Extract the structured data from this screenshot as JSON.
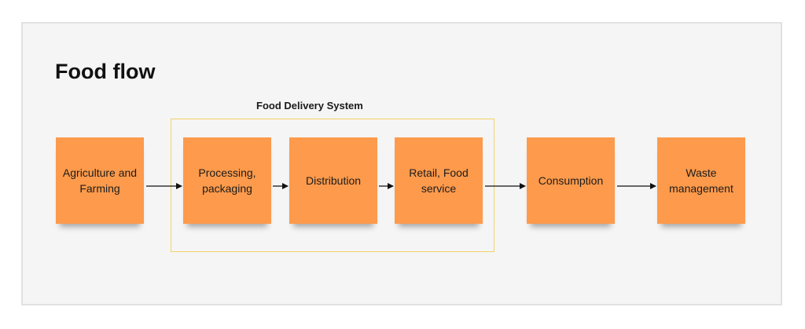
{
  "board": {
    "title": "Food flow"
  },
  "group": {
    "label": "Food Delivery System",
    "frame_color": "#f2d26a"
  },
  "notes": [
    {
      "label": "Agriculture and Farming"
    },
    {
      "label": "Processing, packaging"
    },
    {
      "label": "Distribution"
    },
    {
      "label": "Retail, Food service"
    },
    {
      "label": "Consumption"
    },
    {
      "label": "Waste management"
    }
  ],
  "colors": {
    "sticky": "#fd9a4b",
    "canvas": "#f5f5f5",
    "arrow": "#111111"
  },
  "connectors": [
    {
      "from": "Agriculture and Farming",
      "to": "Processing, packaging"
    },
    {
      "from": "Processing, packaging",
      "to": "Distribution"
    },
    {
      "from": "Distribution",
      "to": "Retail, Food service"
    },
    {
      "from": "Retail, Food service",
      "to": "Consumption"
    },
    {
      "from": "Consumption",
      "to": "Waste management"
    }
  ]
}
